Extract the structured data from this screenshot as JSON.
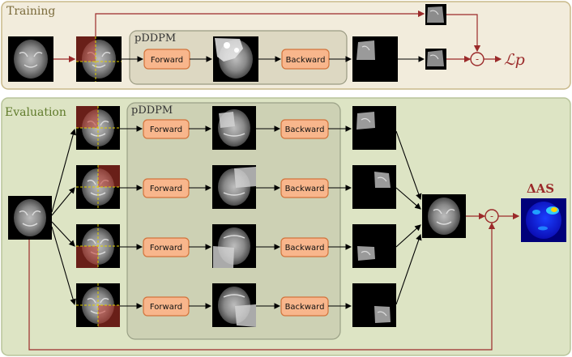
{
  "training": {
    "title": "Training",
    "pddpm_label": "pDDPM",
    "forward_label": "Forward",
    "backward_label": "Backward",
    "minus_symbol": "-",
    "loss_label": "ℒp"
  },
  "evaluation": {
    "title": "Evaluation",
    "pddpm_label": "pDDPM",
    "rows": [
      {
        "forward_label": "Forward",
        "backward_label": "Backward"
      },
      {
        "forward_label": "Forward",
        "backward_label": "Backward"
      },
      {
        "forward_label": "Forward",
        "backward_label": "Backward"
      },
      {
        "forward_label": "Forward",
        "backward_label": "Backward"
      }
    ],
    "minus_symbol": "-",
    "anomaly_label": "ΔAS"
  },
  "colors": {
    "panel_fill": "#f2ecdc",
    "eval_panel_fill": "#dde4c4",
    "panel_border": "#c9b98a",
    "pddpm_fill": "#ddd8c2",
    "eval_pddpm_fill": "#cdd1b4",
    "button_fill": "#f8b68c",
    "button_stroke": "#d2743c",
    "arrow_red": "#9b2a2a",
    "title_training": "#7a6a3a",
    "title_eval": "#5f7a2a"
  }
}
